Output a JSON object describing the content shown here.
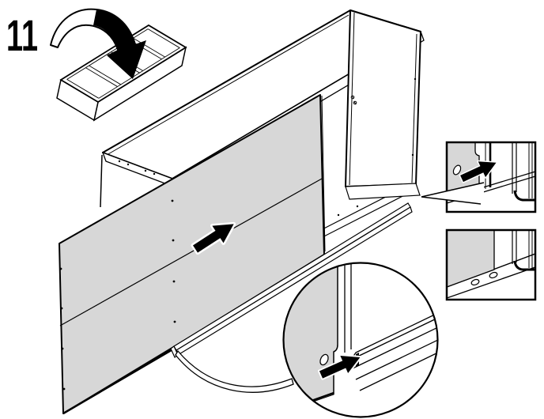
{
  "step": {
    "number": "11"
  },
  "colors": {
    "background": "#ffffff",
    "line": "#000000",
    "panel_gray": "#d7d7d7",
    "arrow_fill": "#000000"
  },
  "icons": {
    "flip_arrow": "flip-rotate-arrow",
    "slide_arrow": "slide-direction-arrow",
    "inset_slide_arrow": "insert-into-groove-arrow",
    "circle_slide_arrow": "insert-into-groove-arrow",
    "detail_circle": "magnify-callout-circle",
    "callout_wedge": "detail-pointer-wedge",
    "callout_swoosh": "detail-leader-swoosh"
  },
  "callouts": {
    "inset_top": "insert-panel-into-groove",
    "inset_bottom": "panel-fully-inserted",
    "circle": "panel-edge-into-bottom-rail-groove"
  }
}
